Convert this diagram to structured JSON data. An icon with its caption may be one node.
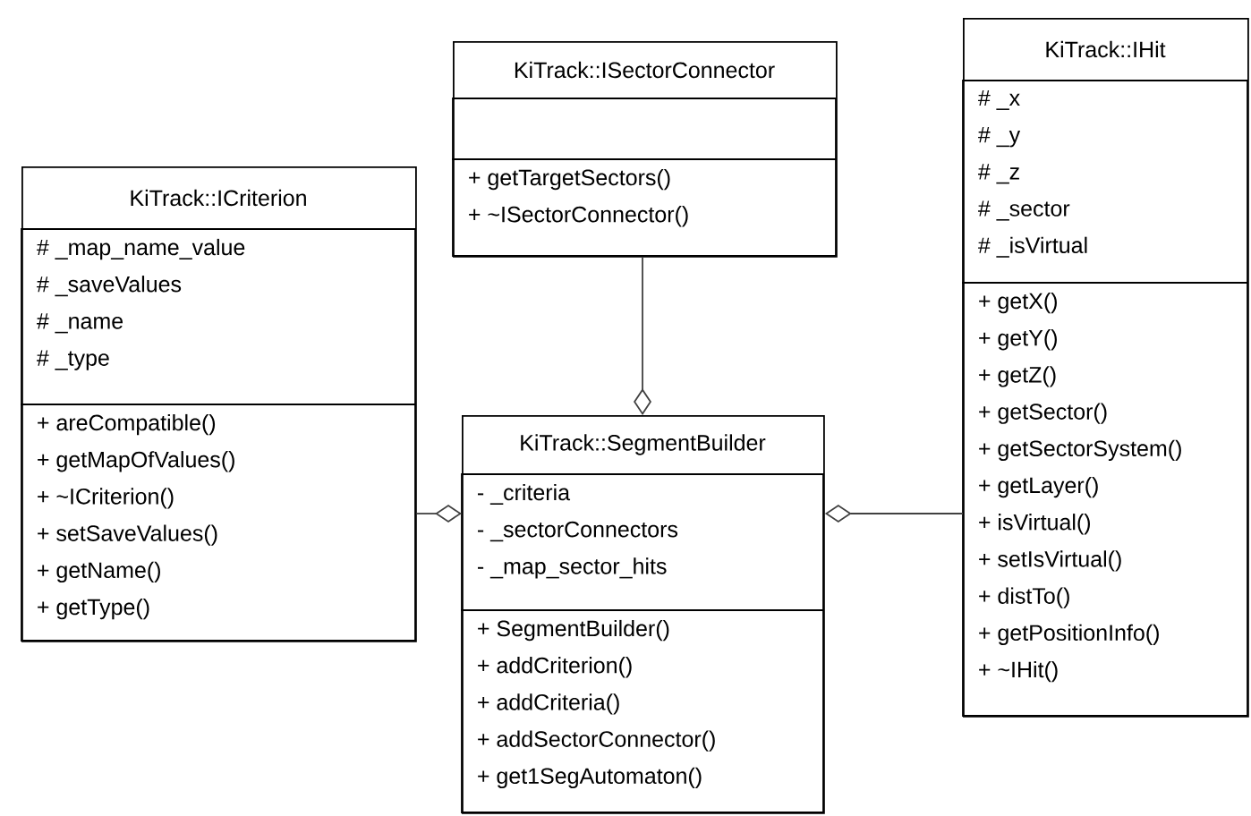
{
  "diagram": {
    "nodes": [
      {
        "text": [
          "KiTrack::ICriterion"
        ]
      },
      {
        "text": [
          "# _map_name_value",
          "# _saveValues",
          "# _name",
          "# _type"
        ],
        "in": 0
      },
      {
        "text": [
          "+ areCompatible()",
          "+ getMapOfValues()",
          "+ ~ICriterion()",
          "+ setSaveValues()",
          "+ getName()",
          "+ getType()"
        ],
        "in": 0
      },
      {
        "text": [
          "KiTrack::ISectorConnector"
        ]
      },
      {
        "text": [],
        "shape": "box",
        "in": 3
      },
      {
        "text": [
          "+ getTargetSectors()",
          "+ ~ISectorConnector()"
        ],
        "in": 3
      },
      {
        "text": [
          "KiTrack::SegmentBuilder"
        ]
      },
      {
        "text": [
          "- _criteria",
          "- _sectorConnectors",
          "- _map_sector_hits"
        ],
        "in": 6
      },
      {
        "text": [
          "+ SegmentBuilder()",
          "+ addCriterion()",
          "+ addCriteria()",
          "+ addSectorConnector()",
          "+ get1SegAutomaton()"
        ],
        "in": 6
      },
      {
        "text": [
          "KiTrack::IHit"
        ]
      },
      {
        "text": [
          "# _x",
          "# _y",
          "# _z",
          "# _sector",
          "# _isVirtual"
        ],
        "in": 9
      },
      {
        "text": [
          "+ getX()",
          "+ getY()",
          "+ getZ()",
          "+ getSector()",
          "+ getSectorSystem()",
          "+ getLayer()",
          "+ isVirtual()",
          "+ setIsVirtual()",
          "+ distTo()",
          "+ getPositionInfo()",
          "+ ~IHit()"
        ],
        "in": 9
      }
    ],
    "edges": [
      {
        "from": 0,
        "to": 6,
        "arrow": "other"
      },
      {
        "from": 3,
        "to": 6,
        "arrow": "other"
      },
      {
        "from": 9,
        "to": 6,
        "arrow": "other"
      }
    ]
  }
}
